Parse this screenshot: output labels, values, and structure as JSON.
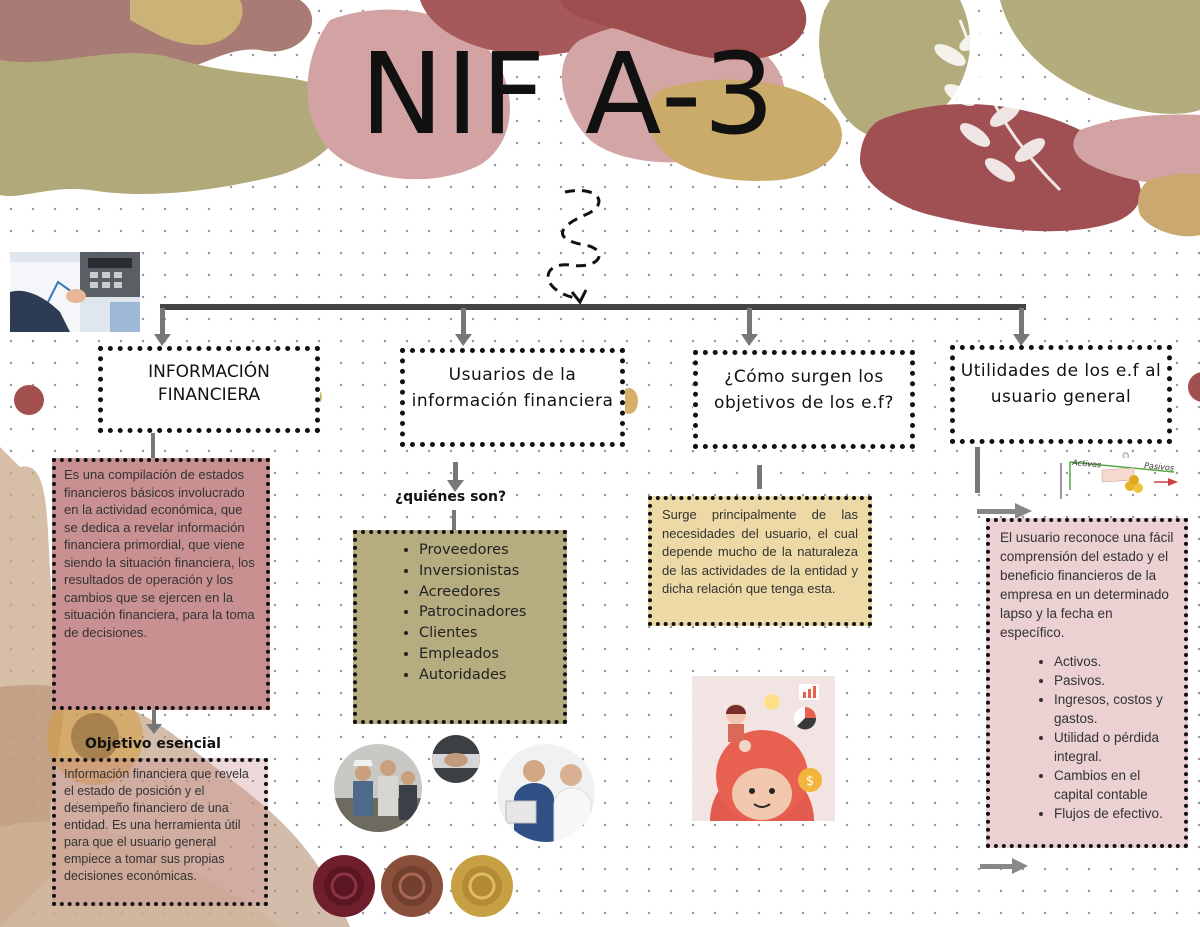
{
  "title": "NIF A-3",
  "columns": [
    {
      "heading": "INFORMACIÓN FINANCIERA",
      "text": "Es una compilación de estados financieros básicos involucrado en la actividad económica, que se dedica a revelar información financiera primordial, que viene siendo la situación financiera, los resultados de operación y los cambios que se ejercen en la situación financiera, para la toma de decisiones."
    },
    {
      "heading": "Usuarios de la información financiera",
      "sublabel": "¿quiénes son?",
      "items": [
        "Proveedores",
        "Inversionistas",
        "Acreedores",
        "Patrocinadores",
        "Clientes",
        "Empleados",
        "Autoridades"
      ]
    },
    {
      "heading": "¿Cómo surgen los objetivos de los e.f?",
      "text": "Surge principalmente de las necesidades del usuario, el cual depende mucho de la naturaleza de las actividades de la entidad y dicha relación que tenga esta."
    },
    {
      "heading": "Utilidades de los e.f al usuario general",
      "text": "El usuario reconoce una fácil comprensión del estado y el beneficio financieros de la empresa en un determinado lapso y la fecha en específico.",
      "items": [
        "Activos.",
        "Pasivos.",
        "Ingresos, costos y gastos.",
        "Utilidad o pérdida integral.",
        "Cambios en el capital contable",
        "Flujos de efectivo."
      ]
    }
  ],
  "objective": {
    "label": "Objetivo esencial",
    "text": "Información financiera que revela el estado de posición y el desempeño financiero de una entidad. Es una herramienta útil para que el usuario general empiece a tomar sus propias decisiones económicas."
  },
  "balance_icon": {
    "left": "Activos",
    "right": "Pasivos"
  },
  "colors": {
    "rose": "#c9898a",
    "olive": "#b4ad80",
    "tan": "#e5cfa0",
    "mauve": "#d9a6a6",
    "maroon": "#9e4a4e",
    "pink_box": "#c99091",
    "olive_box": "#b5ad7f",
    "tan_box": "#ecd9a6",
    "light_pink_box": "#ebd1d1"
  }
}
